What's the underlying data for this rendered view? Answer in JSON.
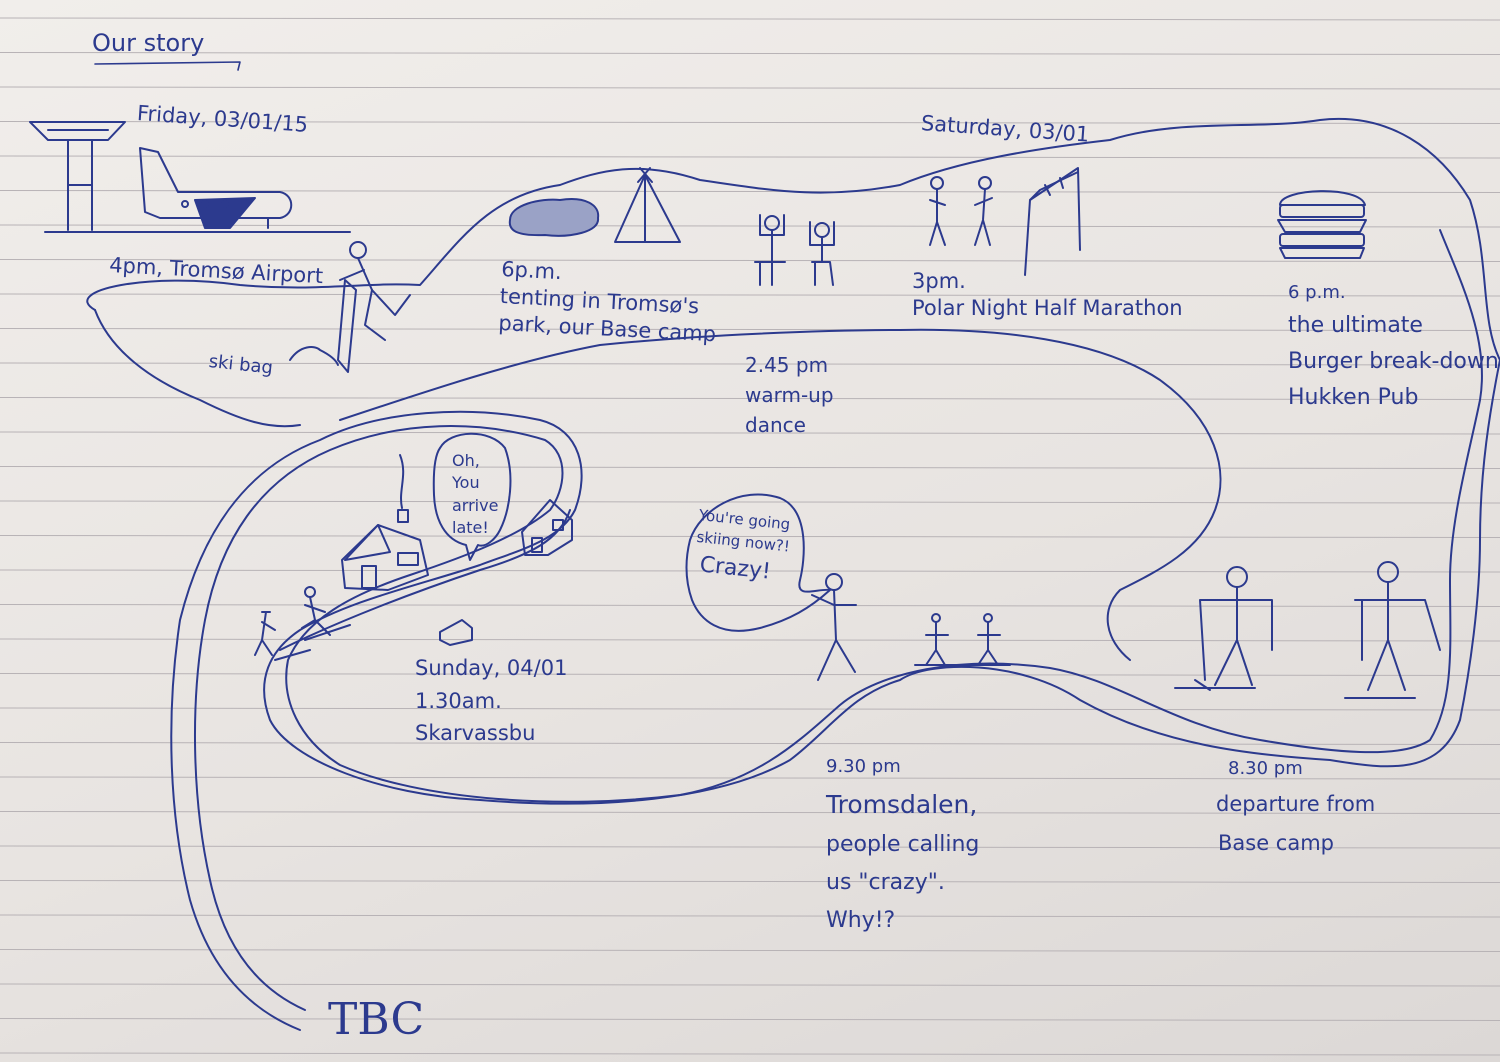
{
  "title": "Our story",
  "day_headers": {
    "friday": "Friday, 03/01/15",
    "saturday": "Saturday, 03/01"
  },
  "events": {
    "airport": "4pm, Tromsø Airport",
    "ski_bag": "ski bag",
    "tenting": [
      "6p.m.",
      "tenting in Tromsø's",
      "park, our Base camp"
    ],
    "warmup": [
      "2.45 pm",
      "warm-up",
      "dance"
    ],
    "marathon": [
      "3pm.",
      "Polar Night Half Marathon"
    ],
    "burger": [
      "6 p.m.",
      "the ultimate",
      "Burger break-down,",
      "Hukken Pub"
    ],
    "departure": [
      "8.30 pm",
      "departure from",
      "Base camp"
    ],
    "tromsdalen": [
      "9.30 pm",
      "Tromsdalen,",
      "people calling",
      "us \"crazy\".",
      "Why!?"
    ],
    "skarvassbu": [
      "Sunday, 04/01",
      "1.30am.",
      "Skarvassbu"
    ],
    "end": "TBC"
  },
  "speech_bubbles": {
    "cabin": [
      "Oh,",
      "You",
      "arrive",
      "late!"
    ],
    "crazy": [
      "You're going",
      "skiing now?!",
      "Crazy!"
    ]
  },
  "colors": {
    "ink": "#2c3a8e",
    "paper": "#ebe7e4",
    "rule": "#b8b3b6"
  }
}
